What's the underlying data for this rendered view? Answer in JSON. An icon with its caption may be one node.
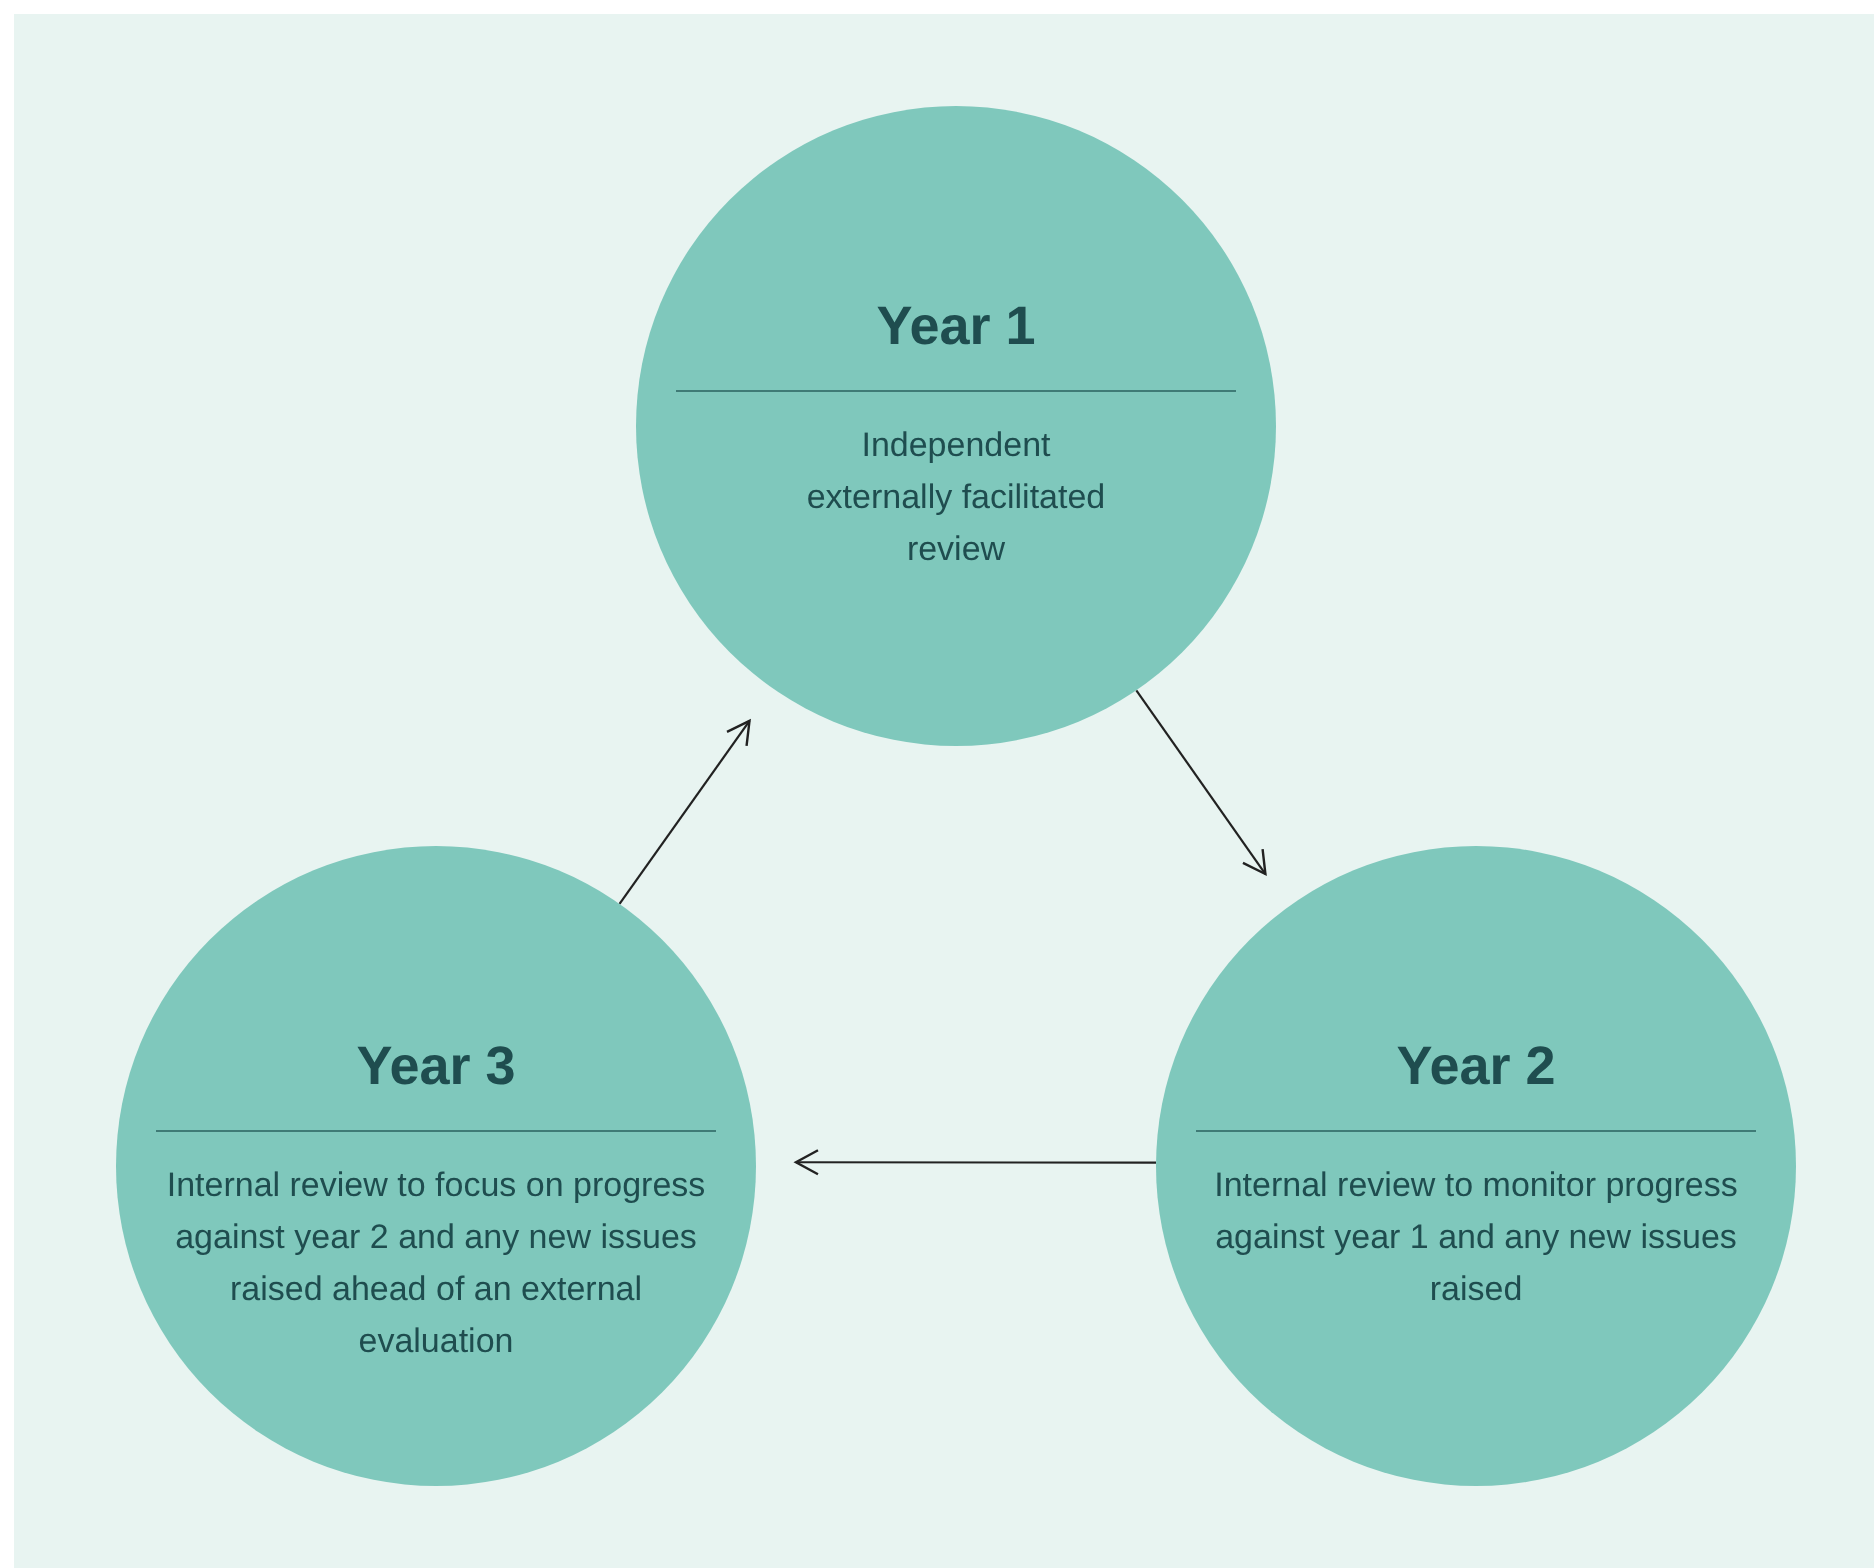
{
  "diagram": {
    "nodes": [
      {
        "text": [
          "Year 1",
          "Independent externally facilitated review"
        ]
      },
      {
        "text": [
          "Year 2",
          "Internal review to monitor progress against year 1 and any new issues raised"
        ]
      },
      {
        "text": [
          "Year 3",
          "Internal review to focus on progress against year 2 and any new issues raised ahead of an external evaluation"
        ]
      }
    ],
    "edges": [
      {
        "from": 0,
        "to": 1,
        "arrow": "to"
      },
      {
        "from": 1,
        "to": 2,
        "arrow": "to"
      },
      {
        "from": 2,
        "to": 0,
        "arrow": "to"
      }
    ]
  }
}
